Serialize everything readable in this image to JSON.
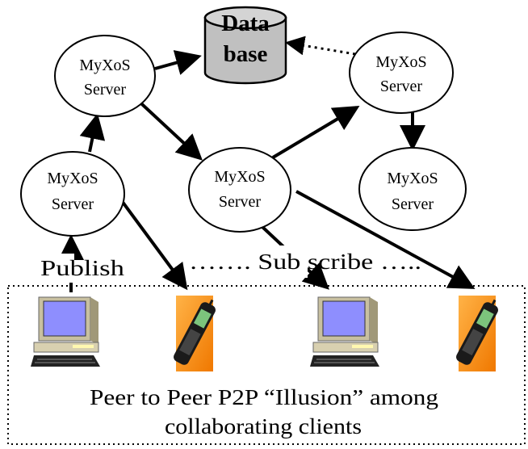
{
  "servers": [
    {
      "line1": "MyXoS",
      "line2": "Server"
    },
    {
      "line1": "MyXoS",
      "line2": "Server"
    },
    {
      "line1": "MyXoS",
      "line2": "Server"
    },
    {
      "line1": "MyXoS",
      "line2": "Server"
    },
    {
      "line1": "MyXoS",
      "line2": "Server"
    }
  ],
  "database": {
    "line1": "Data",
    "line2": "base"
  },
  "labels": {
    "publish": "Publish",
    "subscribe": "……. Sub  scribe ….."
  },
  "caption": {
    "line1": "Peer to Peer P2P “Illusion” among",
    "line2": "collaborating clients"
  },
  "clients": [
    {
      "type": "desktop-computer"
    },
    {
      "type": "mobile-phone"
    },
    {
      "type": "desktop-computer"
    },
    {
      "type": "mobile-phone"
    }
  ]
}
